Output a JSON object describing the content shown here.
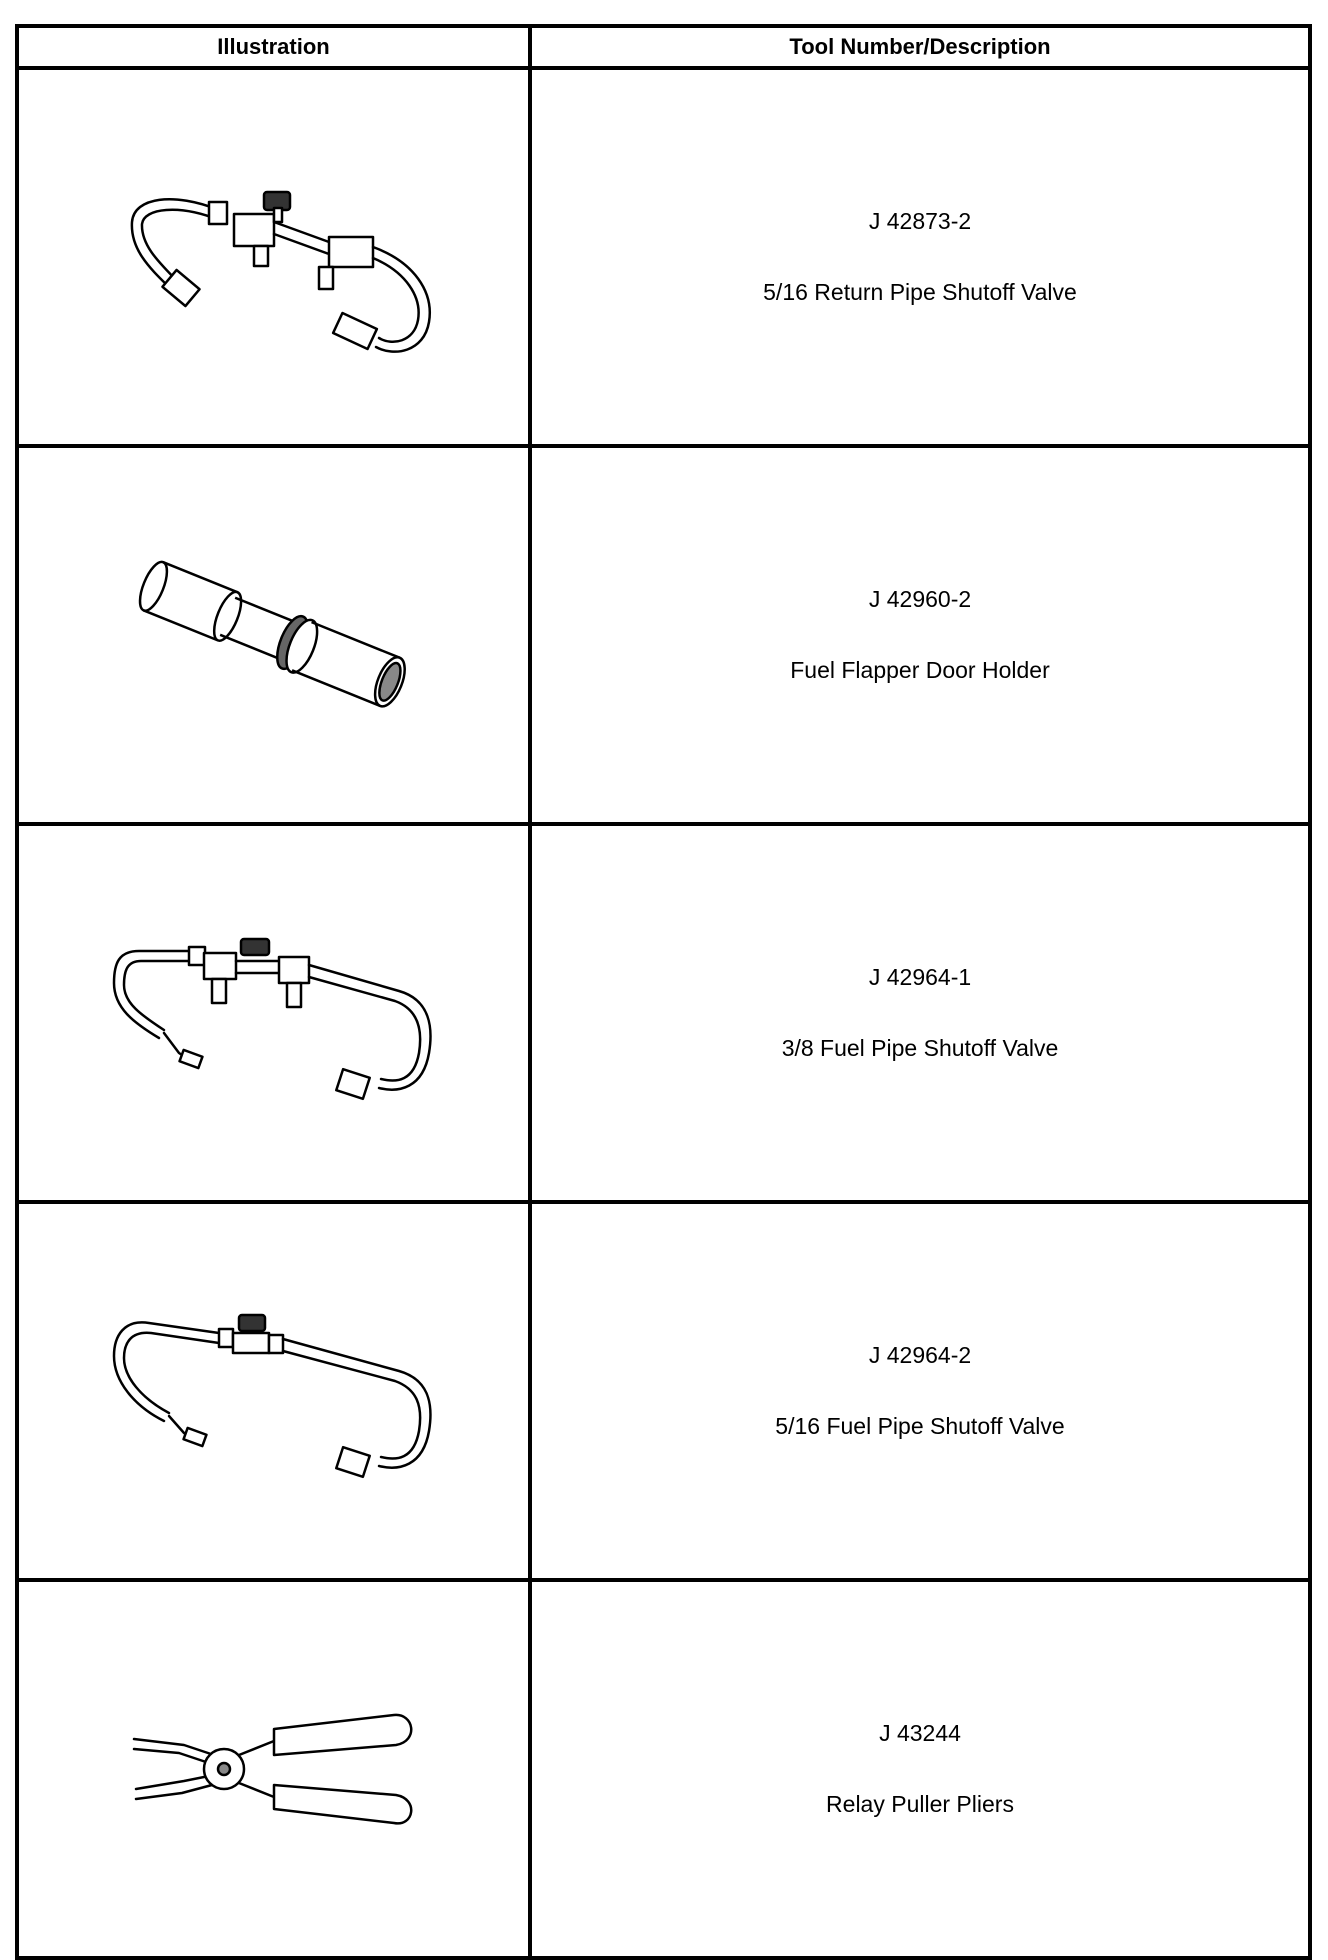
{
  "table": {
    "headers": {
      "illustration": "Illustration",
      "description": "Tool Number/Description"
    },
    "rows": [
      {
        "number": "J 42873-2",
        "name": "5/16 Return Pipe Shutoff Valve",
        "icon": "return-pipe-shutoff-valve-illustration"
      },
      {
        "number": "J 42960-2",
        "name": "Fuel Flapper Door Holder",
        "icon": "fuel-flapper-door-holder-illustration"
      },
      {
        "number": "J 42964-1",
        "name": "3/8 Fuel Pipe Shutoff Valve",
        "icon": "fuel-pipe-shutoff-valve-3-8-illustration"
      },
      {
        "number": "J 42964-2",
        "name": "5/16 Fuel Pipe Shutoff Valve",
        "icon": "fuel-pipe-shutoff-valve-5-16-illustration"
      },
      {
        "number": "J 43244",
        "name": "Relay Puller Pliers",
        "icon": "relay-puller-pliers-illustration"
      }
    ]
  }
}
